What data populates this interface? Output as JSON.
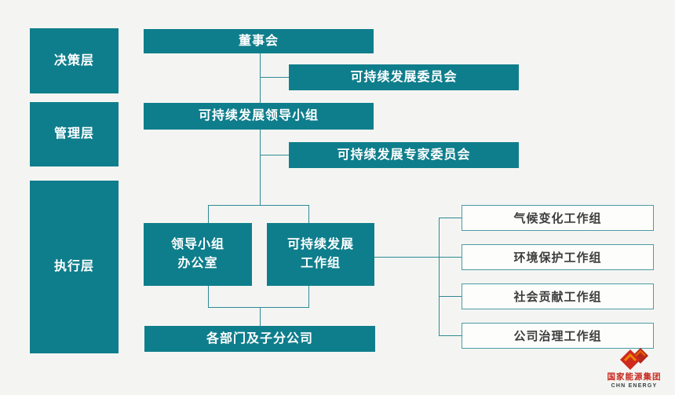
{
  "layers": [
    {
      "label": "决策层"
    },
    {
      "label": "管理层"
    },
    {
      "label": "执行层"
    }
  ],
  "nodes": {
    "board": {
      "label": "董事会"
    },
    "sd_committee": {
      "label": "可持续发展委员会"
    },
    "sd_leading_group": {
      "label": "可持续发展领导小组"
    },
    "sd_expert_committee": {
      "label": "可持续发展专家委员会"
    },
    "leading_group_office": {
      "line1": "领导小组",
      "line2": "办公室"
    },
    "sd_working_group": {
      "line1": "可持续发展",
      "line2": "工作组"
    },
    "departments": {
      "label": "各部门及子分公司"
    }
  },
  "working_groups": [
    {
      "label": "气候变化工作组"
    },
    {
      "label": "环境保护工作组"
    },
    {
      "label": "社会贡献工作组"
    },
    {
      "label": "公司治理工作组"
    }
  ],
  "logo": {
    "company_cn": "国家能源集团",
    "company_en": "CHN ENERGY"
  },
  "colors": {
    "teal_fill": "#0f7e8c",
    "connector_line": "#2e8a96",
    "background": "#f4f5f2",
    "white_box_border": "#4c9ba6",
    "white_box_text": "#3d3d3d",
    "logo_red": "#cf2a1e",
    "logo_orange": "#f08300"
  }
}
